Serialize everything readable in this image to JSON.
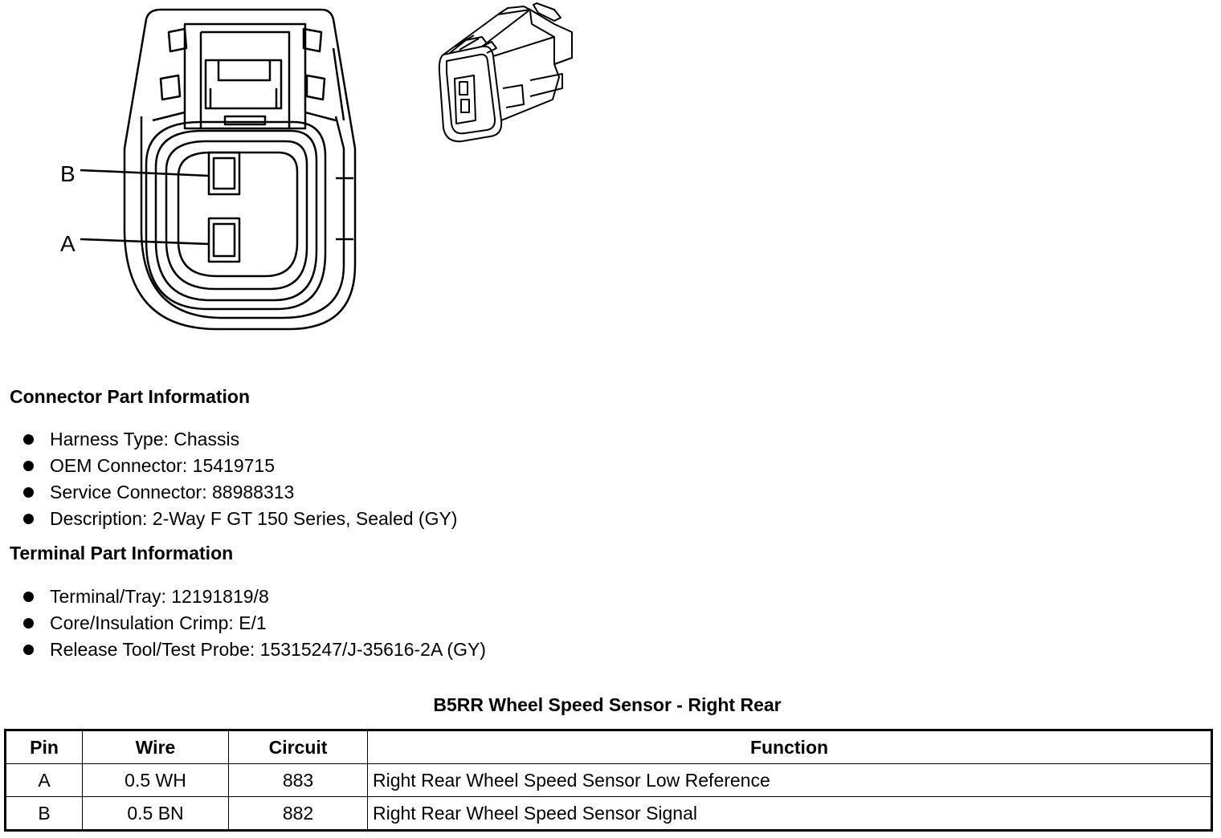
{
  "diagram": {
    "pin_labels": [
      "B",
      "A"
    ]
  },
  "connector_info": {
    "title": "Connector Part Information",
    "items": [
      "Harness Type: Chassis",
      "OEM Connector: 15419715",
      "Service Connector: 88988313",
      "Description: 2-Way F GT 150 Series, Sealed (GY)"
    ]
  },
  "terminal_info": {
    "title": "Terminal Part Information",
    "items": [
      "Terminal/Tray: 12191819/8",
      "Core/Insulation Crimp: E/1",
      "Release Tool/Test Probe: 15315247/J-35616-2A (GY)"
    ]
  },
  "table": {
    "title": "B5RR Wheel Speed Sensor - Right Rear",
    "headers": [
      "Pin",
      "Wire",
      "Circuit",
      "Function"
    ],
    "rows": [
      [
        "A",
        "0.5 WH",
        "883",
        "Right Rear Wheel Speed Sensor Low Reference"
      ],
      [
        "B",
        "0.5 BN",
        "882",
        "Right Rear Wheel Speed Sensor Signal"
      ]
    ]
  }
}
